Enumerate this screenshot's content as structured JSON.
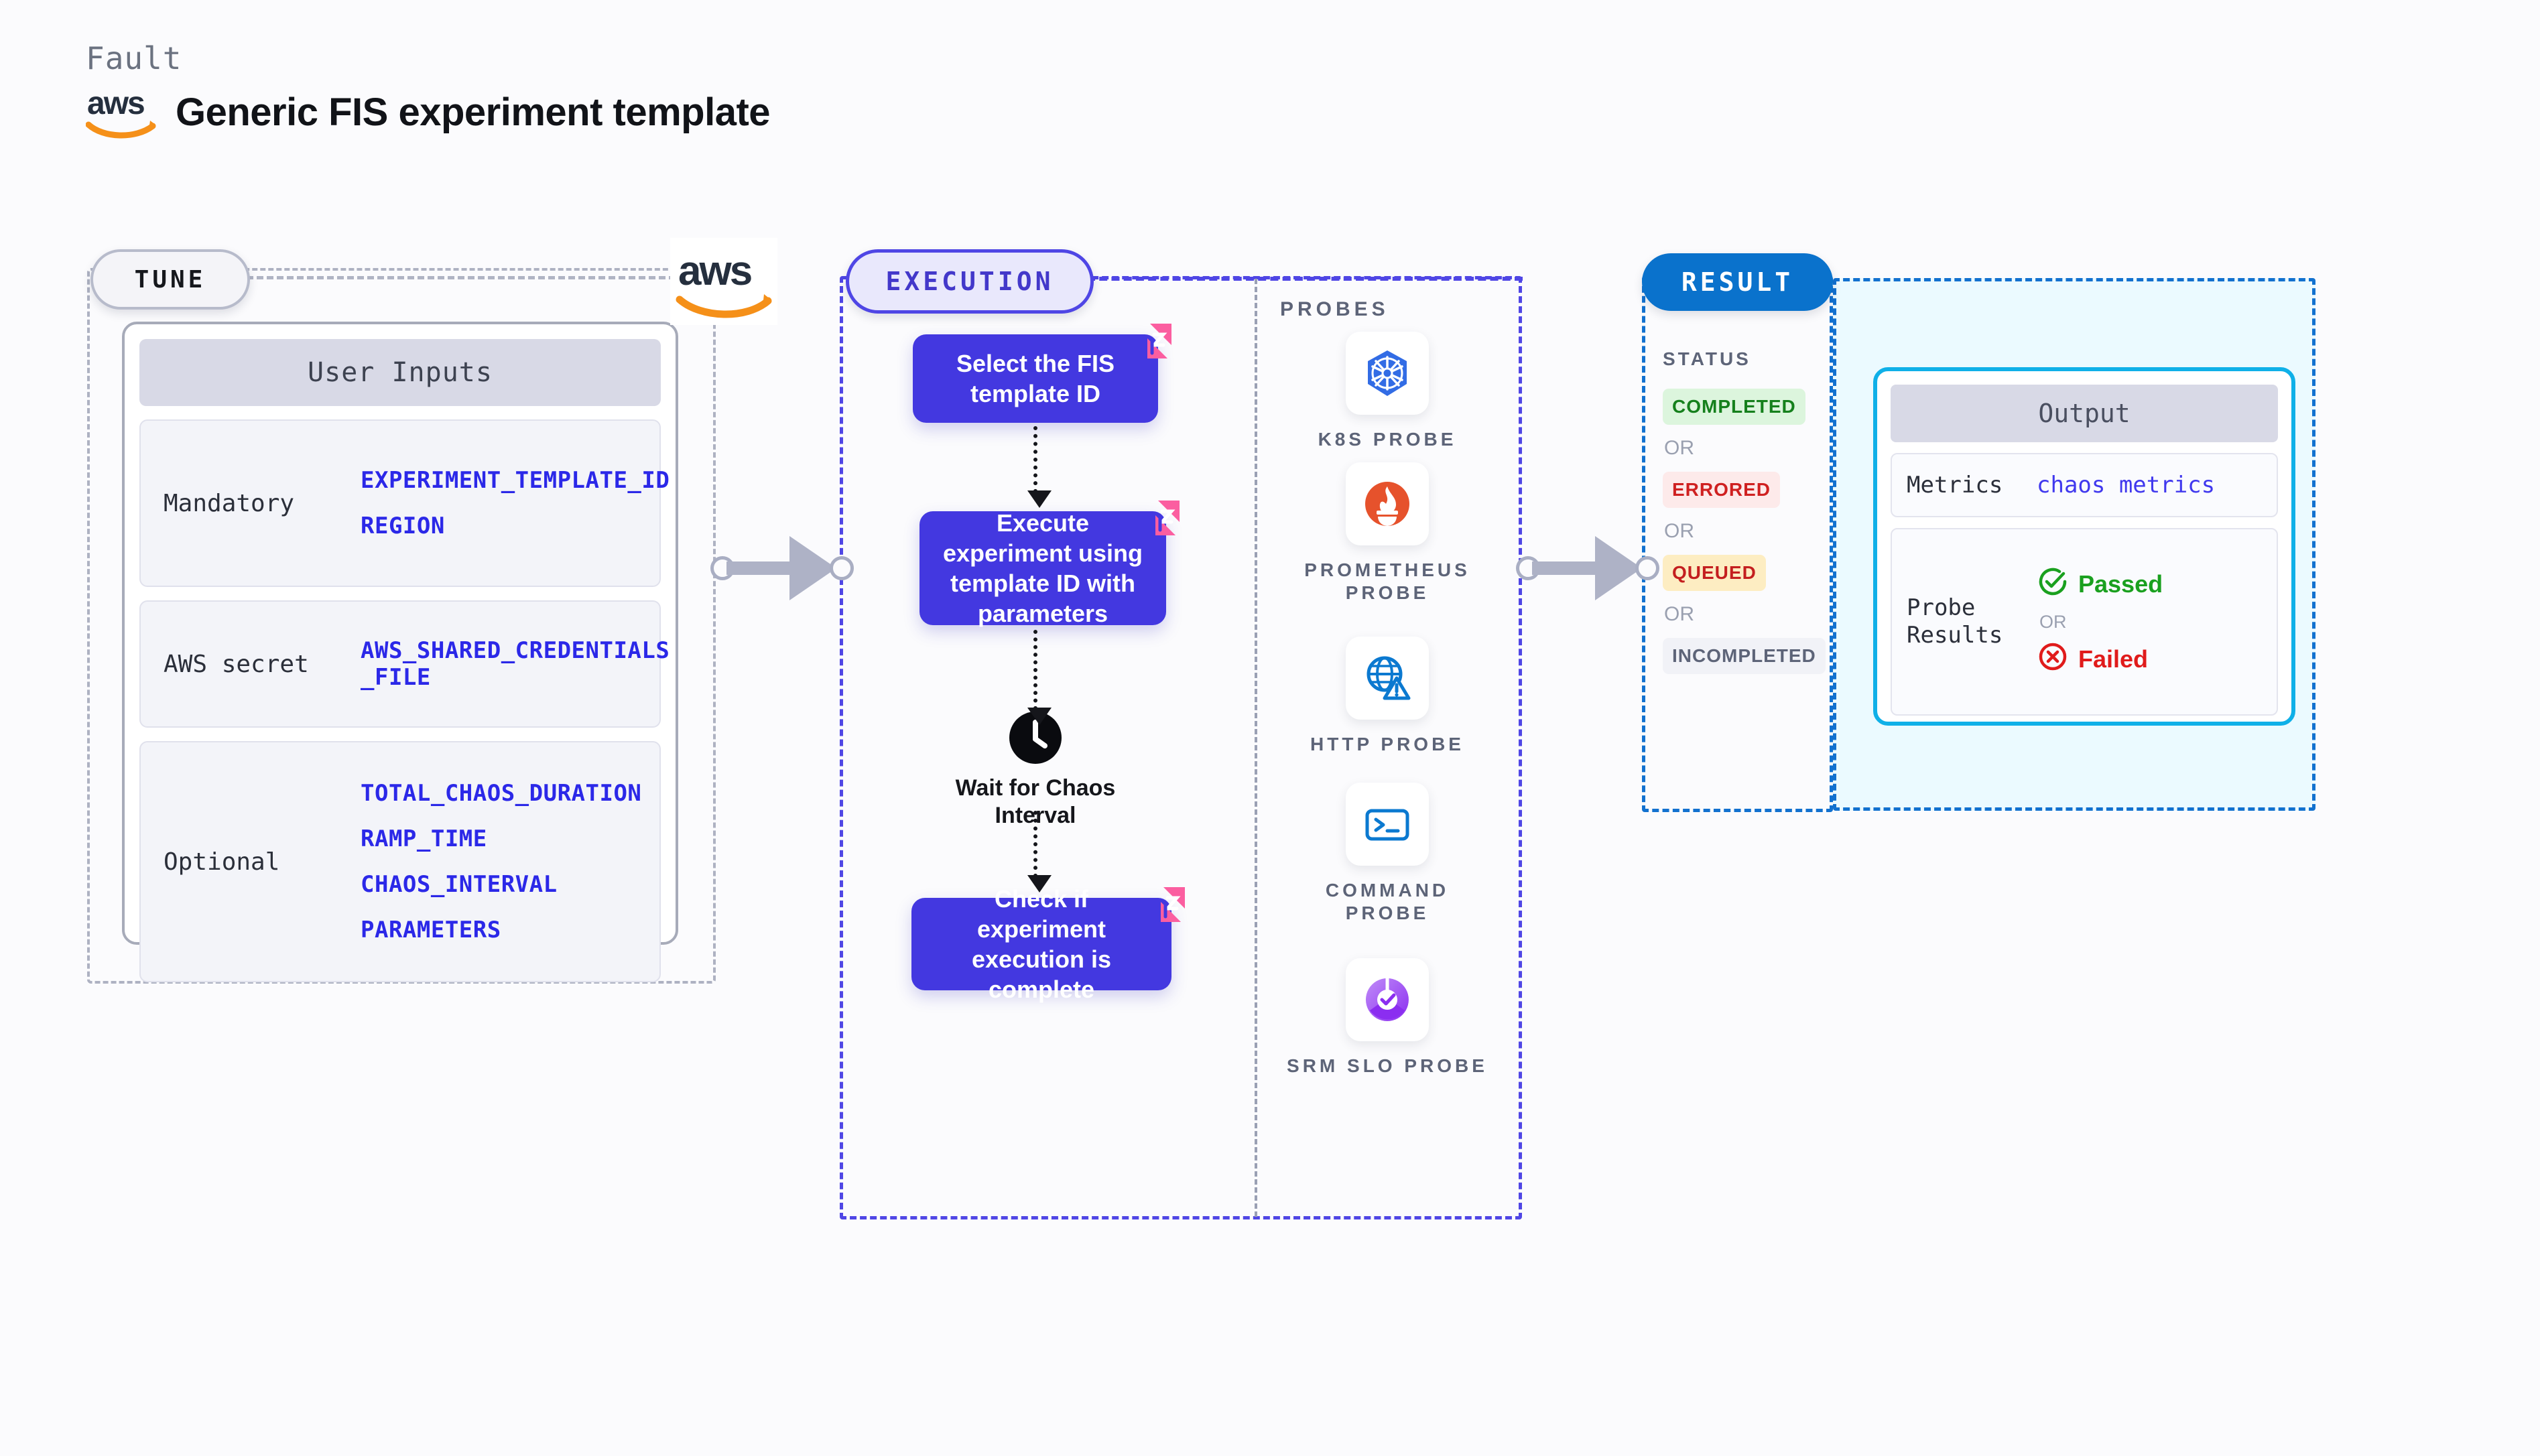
{
  "header": {
    "eyebrow": "Fault",
    "title": "Generic FIS experiment template",
    "logo_icon": "aws-logo-icon"
  },
  "tune": {
    "pill_label": "TUNE",
    "connector_logo": "aws-logo-icon",
    "card_title": "User Inputs",
    "groups": [
      {
        "label": "Mandatory",
        "values": [
          "EXPERIMENT_TEMPLATE_ID",
          "REGION"
        ]
      },
      {
        "label": "AWS secret",
        "values": [
          "AWS_SHARED_CREDENTIALS\n_FILE"
        ]
      },
      {
        "label": "Optional",
        "values": [
          "TOTAL_CHAOS_DURATION",
          "RAMP_TIME",
          "CHAOS_INTERVAL",
          "PARAMETERS"
        ]
      }
    ]
  },
  "execution": {
    "pill_label": "EXECUTION",
    "steps": [
      {
        "text": "Select the FIS template ID",
        "badge_icon": "harness-pink-badge-icon"
      },
      {
        "text": "Execute experiment using template ID with parameters",
        "badge_icon": "harness-pink-badge-icon"
      }
    ],
    "wait": {
      "icon": "clock-icon",
      "label": "Wait for Chaos Interval"
    },
    "final_step": {
      "text": "Check if experiment execution is complete",
      "badge_icon": "harness-pink-badge-icon"
    }
  },
  "probes": {
    "title": "PROBES",
    "items": [
      {
        "label": "K8S PROBE",
        "icon": "kubernetes-icon"
      },
      {
        "label": "PROMETHEUS PROBE",
        "icon": "prometheus-icon"
      },
      {
        "label": "HTTP PROBE",
        "icon": "http-globe-warning-icon"
      },
      {
        "label": "COMMAND PROBE",
        "icon": "terminal-icon"
      },
      {
        "label": "SRM SLO PROBE",
        "icon": "srm-slo-donut-icon"
      }
    ]
  },
  "result": {
    "pill_label": "RESULT",
    "status_title": "STATUS",
    "or_label": "OR",
    "statuses": [
      {
        "label": "COMPLETED",
        "bg": "#dcf5dd",
        "fg": "#15801c"
      },
      {
        "label": "ERRORED",
        "bg": "#fdeaea",
        "fg": "#cf2020"
      },
      {
        "label": "QUEUED",
        "bg": "#fdedc2",
        "fg": "#c41f1f"
      },
      {
        "label": "INCOMPLETED",
        "bg": "#f1f2f7",
        "fg": "#5d6478"
      }
    ],
    "output": {
      "title": "Output",
      "metrics_label": "Metrics",
      "metrics_value": "chaos metrics",
      "probe_results_label": "Probe Results",
      "passed_label": "Passed",
      "passed_icon": "check-circle-icon",
      "failed_label": "Failed",
      "failed_icon": "x-circle-icon",
      "or_label": "OR"
    }
  },
  "colors": {
    "accent_purple": "#4338e0",
    "accent_blue": "#0a72cc",
    "accent_cyan": "#0fb0e8",
    "pink_badge": "#fb5ea0",
    "aws_orange": "#f59019",
    "param_blue": "#2b28e8"
  }
}
